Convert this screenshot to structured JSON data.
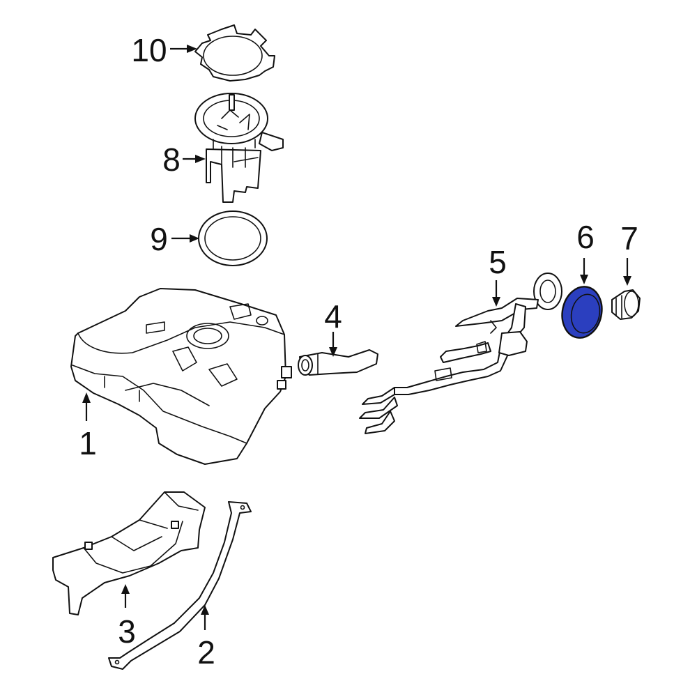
{
  "callouts": {
    "c1": "1",
    "c2": "2",
    "c3": "3",
    "c4": "4",
    "c5": "5",
    "c6": "6",
    "c7": "7",
    "c8": "8",
    "c9": "9",
    "c10": "10"
  },
  "highlighted_part": "6",
  "colors": {
    "highlight": "#2b3fbf",
    "line": "#111111",
    "background": "#ffffff"
  }
}
